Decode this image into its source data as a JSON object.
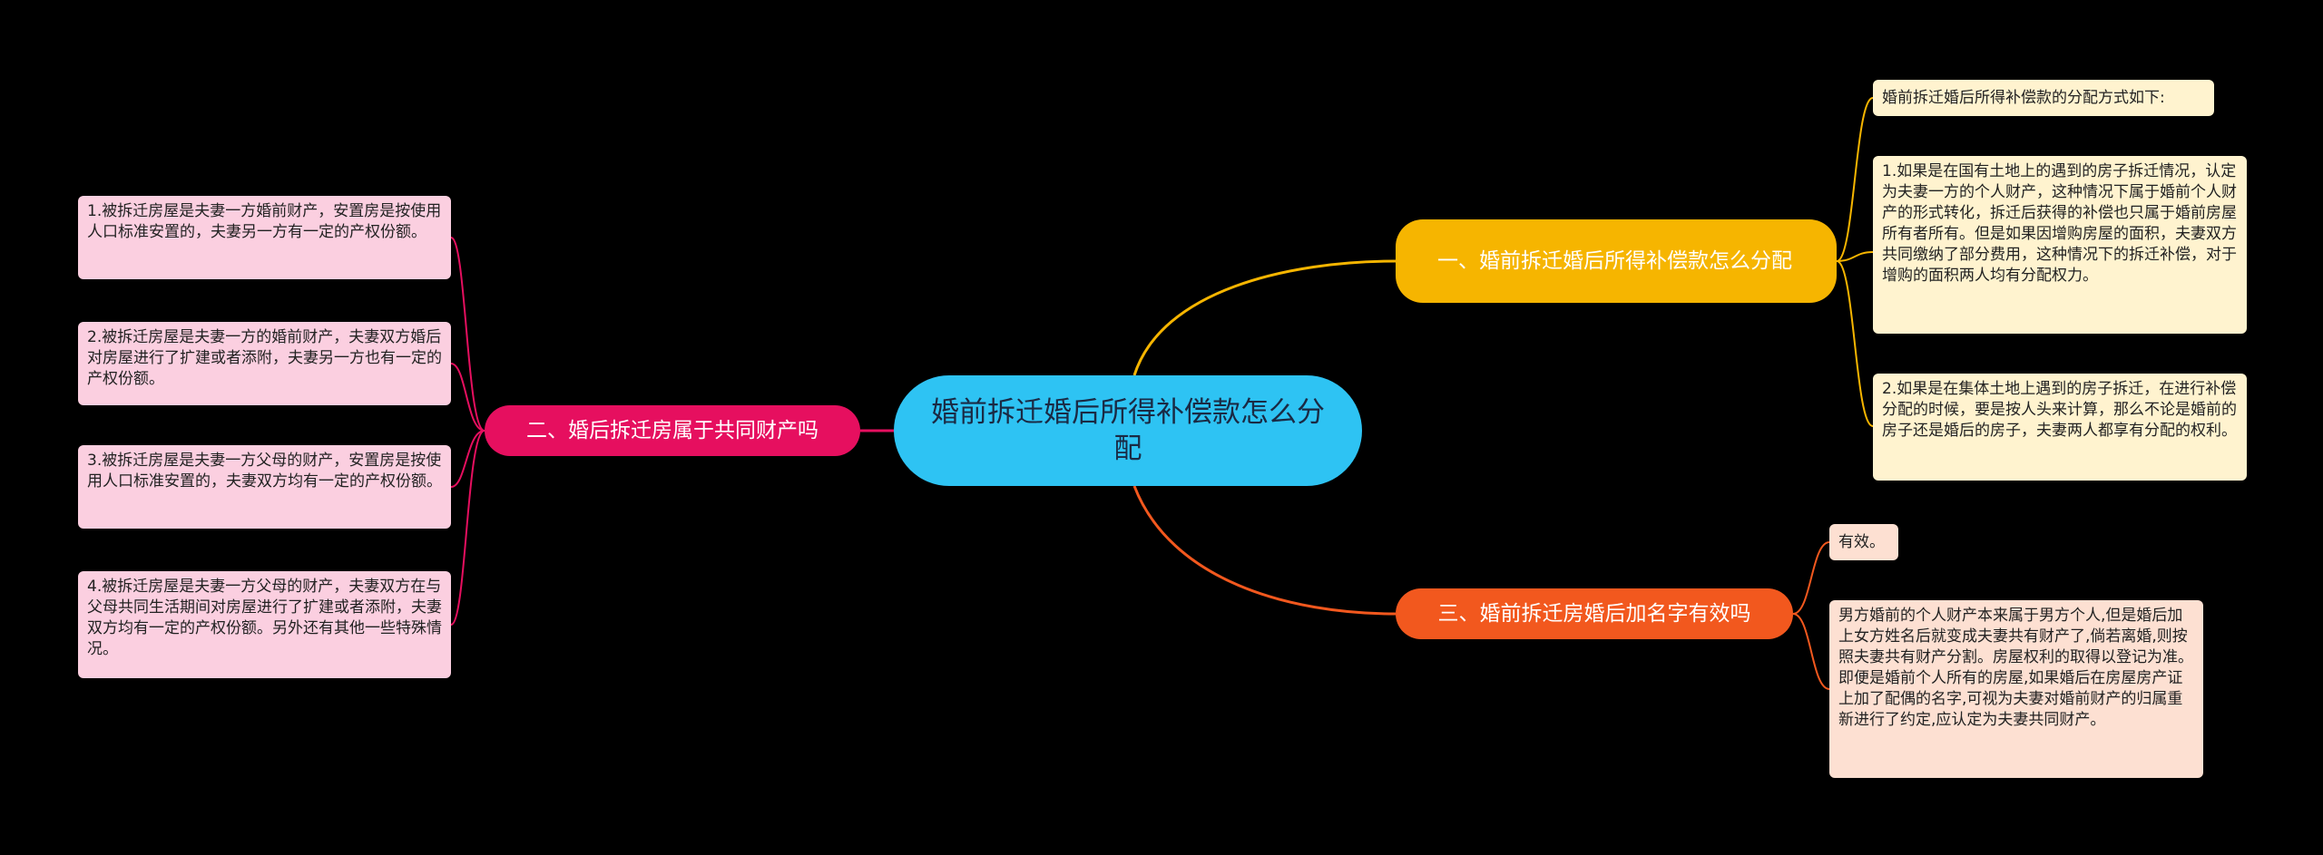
{
  "colors": {
    "background": "#000000",
    "central": "#2ec3f3",
    "branch1": "#f6b500",
    "branch2": "#e60f5f",
    "branch3": "#f2581e",
    "leaf_yellow": "#fff3cf",
    "leaf_pink": "#fbcfe0",
    "leaf_peach": "#fde0d2"
  },
  "central": {
    "title": "婚前拆迁婚后所得补偿款怎么分配"
  },
  "branches": [
    {
      "label": "一、婚前拆迁婚后所得补偿款怎么分配",
      "leaves": [
        "婚前拆迁婚后所得补偿款的分配方式如下:",
        "1.如果是在国有土地上的遇到的房子拆迁情况，认定为夫妻一方的个人财产，这种情况下属于婚前个人财产的形式转化，拆迁后获得的补偿也只属于婚前房屋所有者所有。但是如果因增购房屋的面积，夫妻双方共同缴纳了部分费用，这种情况下的拆迁补偿，对于增购的面积两人均有分配权力。",
        "2.如果是在集体土地上遇到的房子拆迁，在进行补偿分配的时候，要是按人头来计算，那么不论是婚前的房子还是婚后的房子，夫妻两人都享有分配的权利。"
      ]
    },
    {
      "label": "二、婚后拆迁房属于共同财产吗",
      "leaves": [
        "1.被拆迁房屋是夫妻一方婚前财产，安置房是按使用人口标准安置的，夫妻另一方有一定的产权份额。",
        "2.被拆迁房屋是夫妻一方的婚前财产，夫妻双方婚后对房屋进行了扩建或者添附，夫妻另一方也有一定的产权份额。",
        "3.被拆迁房屋是夫妻一方父母的财产，安置房是按使用人口标准安置的，夫妻双方均有一定的产权份额。",
        "4.被拆迁房屋是夫妻一方父母的财产，夫妻双方在与父母共同生活期间对房屋进行了扩建或者添附，夫妻双方均有一定的产权份额。另外还有其他一些特殊情况。"
      ]
    },
    {
      "label": "三、婚前拆迁房婚后加名字有效吗",
      "leaves": [
        "有效。",
        "男方婚前的个人财产本来属于男方个人,但是婚后加上女方姓名后就变成夫妻共有财产了,倘若离婚,则按照夫妻共有财产分割。房屋权利的取得以登记为准。即便是婚前个人所有的房屋,如果婚后在房屋房产证上加了配偶的名字,可视为夫妻对婚前财产的归属重新进行了约定,应认定为夫妻共同财产。"
      ]
    }
  ]
}
